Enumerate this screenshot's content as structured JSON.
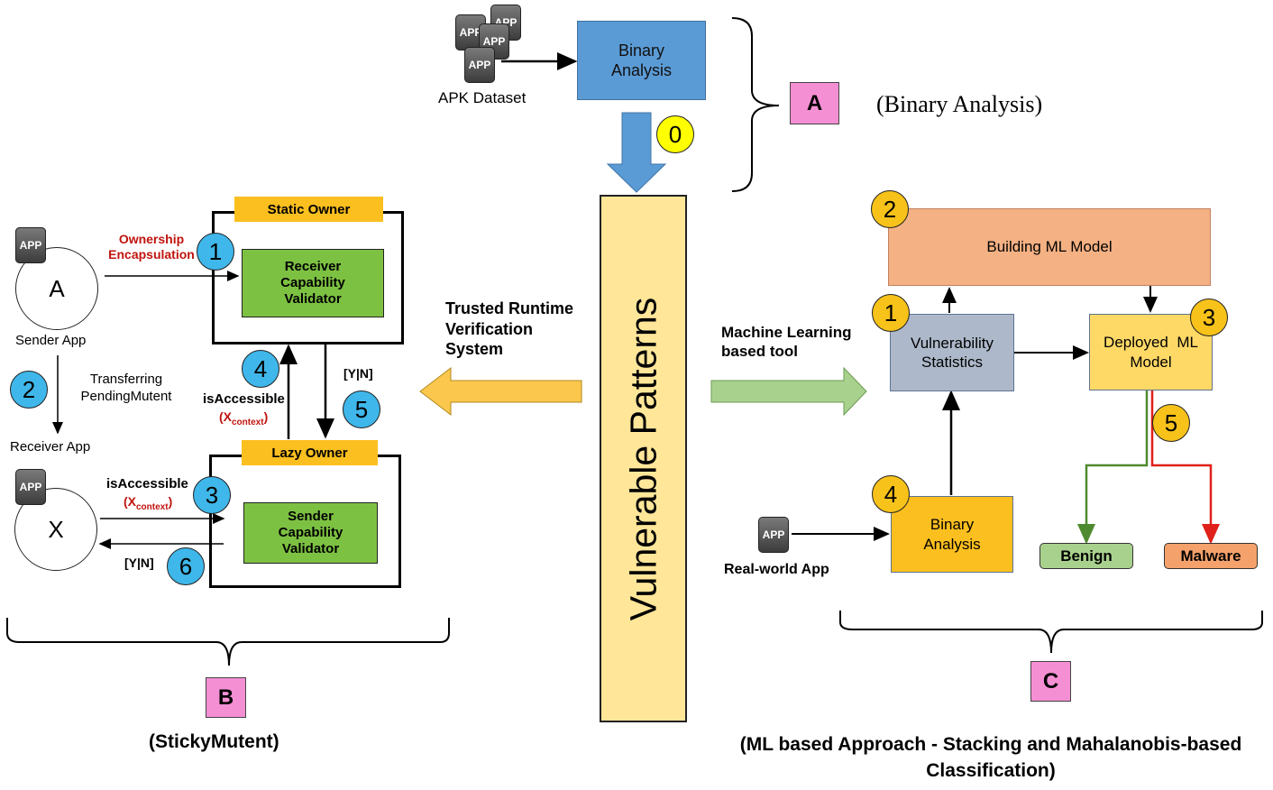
{
  "section_a": {
    "apk_dataset_label": "APK Dataset",
    "binary_analysis_label": "Binary Analysis",
    "tag": "A",
    "title": "(Binary Analysis)",
    "step_0": "0"
  },
  "center": {
    "vulnerable_patterns": "Vulnerable Patterns",
    "trusted_runtime_label": "Trusted Runtime Verification System",
    "ml_tool_label": "Machine Learning based tool"
  },
  "section_b": {
    "static_owner": "Static Owner",
    "receiver_validator": "Receiver Capability Validator",
    "lazy_owner": "Lazy Owner",
    "sender_validator": "Sender Capability Validator",
    "ownership_encapsulation": "Ownership Encapsulation",
    "app_a": "A",
    "sender_app": "Sender App",
    "transferring": "Transferring PendingMutent",
    "receiver_app": "Receiver App",
    "app_x": "X",
    "is_accessible_1": "isAccessible",
    "x_context_1": "(X",
    "x_context_sub_1": "context",
    "x_context_close_1": ")",
    "is_accessible_2": "isAccessible",
    "x_context_2": "(X",
    "x_context_sub_2": "context",
    "x_context_close_2": ")",
    "yn_1": "[Y|N]",
    "yn_2": "[Y|N]",
    "steps": [
      "1",
      "2",
      "3",
      "4",
      "5",
      "6"
    ],
    "tag": "B",
    "title": "(StickyMutent)"
  },
  "section_c": {
    "building_ml_model": "Building ML Model",
    "vulnerability_statistics": "Vulnerability Statistics",
    "deployed_ml_model": "Deployed  ML Model",
    "binary_analysis": "Binary Analysis",
    "real_world_app": "Real-world App",
    "benign": "Benign",
    "malware": "Malware",
    "steps": [
      "1",
      "2",
      "3",
      "4",
      "5"
    ],
    "tag": "C",
    "title": "(ML based Approach - Stacking and Mahalanobis-based Classification)"
  },
  "app_icon_text": "APP",
  "colors": {
    "binary_analysis_blue": "#5b9bd5",
    "vulnerable_patterns_yellow": "#ffe699",
    "validator_green": "#7dc142",
    "owner_orange": "#fbbf1f",
    "ml_model_salmon": "#f4b183",
    "stats_gray": "#adb9ca",
    "deployed_yellow": "#ffd966",
    "benign_green": "#a9d18e",
    "malware_orange": "#f4a16b",
    "tag_pink": "#f58fd4",
    "step_cyan": "#3fb7ea",
    "step_gold": "#f7c21a",
    "step_zero_yellow": "#ffff00"
  }
}
